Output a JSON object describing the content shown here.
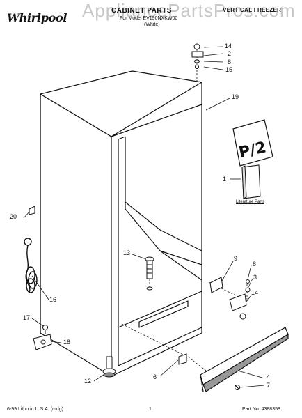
{
  "header": {
    "brand": "Whirlpool",
    "watermark": "AppliancePartsPros.com",
    "title": "CABINET PARTS",
    "subtitle_line1": "For Model EV190NXKW00",
    "subtitle_line2": "(White)",
    "right_label": "VERTICAL FREEZER"
  },
  "badge": {
    "text": "P/2"
  },
  "literature": {
    "label": "Literature Parts"
  },
  "callouts": {
    "c14_top": "14",
    "c2": "2",
    "c8_top": "8",
    "c15": "15",
    "c19": "19",
    "c1": "1",
    "c20": "20",
    "c13": "13",
    "c9": "9",
    "c8_right": "8",
    "c3": "3",
    "c14_right": "14",
    "c16": "16",
    "c17": "17",
    "c18": "18",
    "c12": "12",
    "c6": "6",
    "c4": "4",
    "c7": "7"
  },
  "footer": {
    "left": "6-99 Litho in U.S.A. (mdg)",
    "center": "1",
    "right": "Part No. 4388358"
  }
}
